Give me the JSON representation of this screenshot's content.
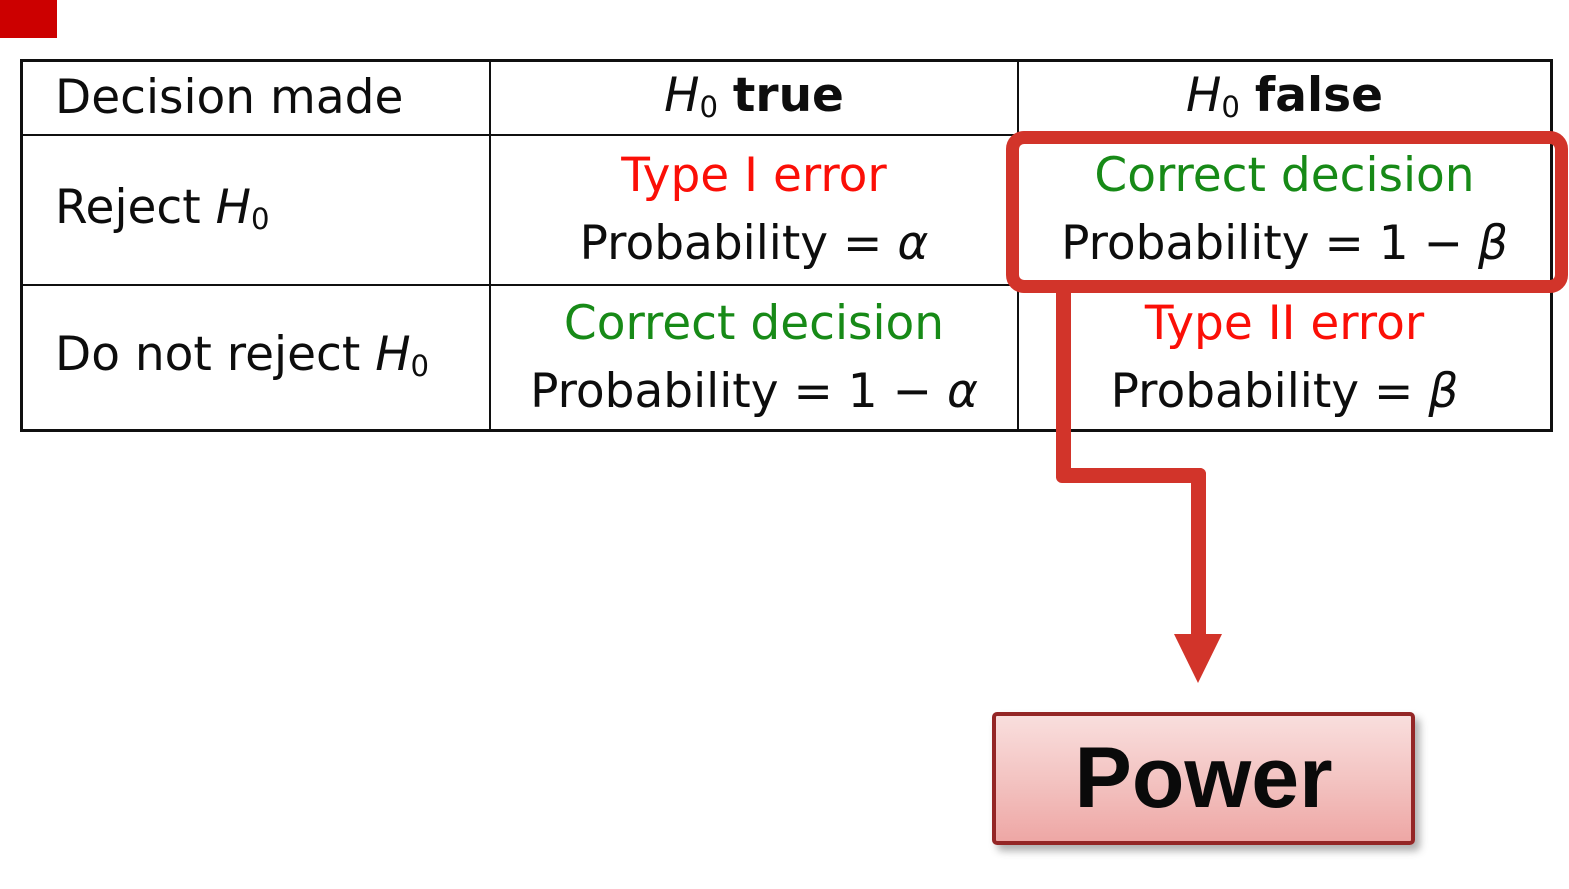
{
  "colors": {
    "corner_red": "#cc0000",
    "table_border": "#101010",
    "text": "#0d0d0d",
    "error_red": "#fb0f07",
    "correct_green": "#178a17",
    "accent_red": "#d2342a",
    "power_border": "#942626",
    "power_gradient_top": "#f9dedd",
    "power_gradient_mid": "#f3c3c1",
    "power_gradient_bottom": "#eea7a5"
  },
  "table": {
    "header": {
      "col1": "Decision made",
      "col2": {
        "h": "H",
        "sub": "0",
        "word": "true"
      },
      "col3": {
        "h": "H",
        "sub": "0",
        "word": "false"
      }
    },
    "row_labels": {
      "reject": {
        "prefix": "Reject ",
        "h": "H",
        "sub": "0"
      },
      "no_reject": {
        "prefix": "Do not reject ",
        "h": "H",
        "sub": "0"
      }
    },
    "cells": {
      "reject_h0true": {
        "line1": "Type I error",
        "line2_prefix": "Probability = ",
        "greek": "α"
      },
      "reject_h0false": {
        "line1": "Correct decision",
        "line2_prefix": "Probability = 1 − ",
        "greek": "β"
      },
      "noreject_h0true": {
        "line1": "Correct decision",
        "line2_prefix": "Probability = 1 − ",
        "greek": "α"
      },
      "noreject_h0false": {
        "line1": "Type II error",
        "line2_prefix": "Probability = ",
        "greek": "β"
      }
    }
  },
  "callout": {
    "power_label": "Power"
  }
}
